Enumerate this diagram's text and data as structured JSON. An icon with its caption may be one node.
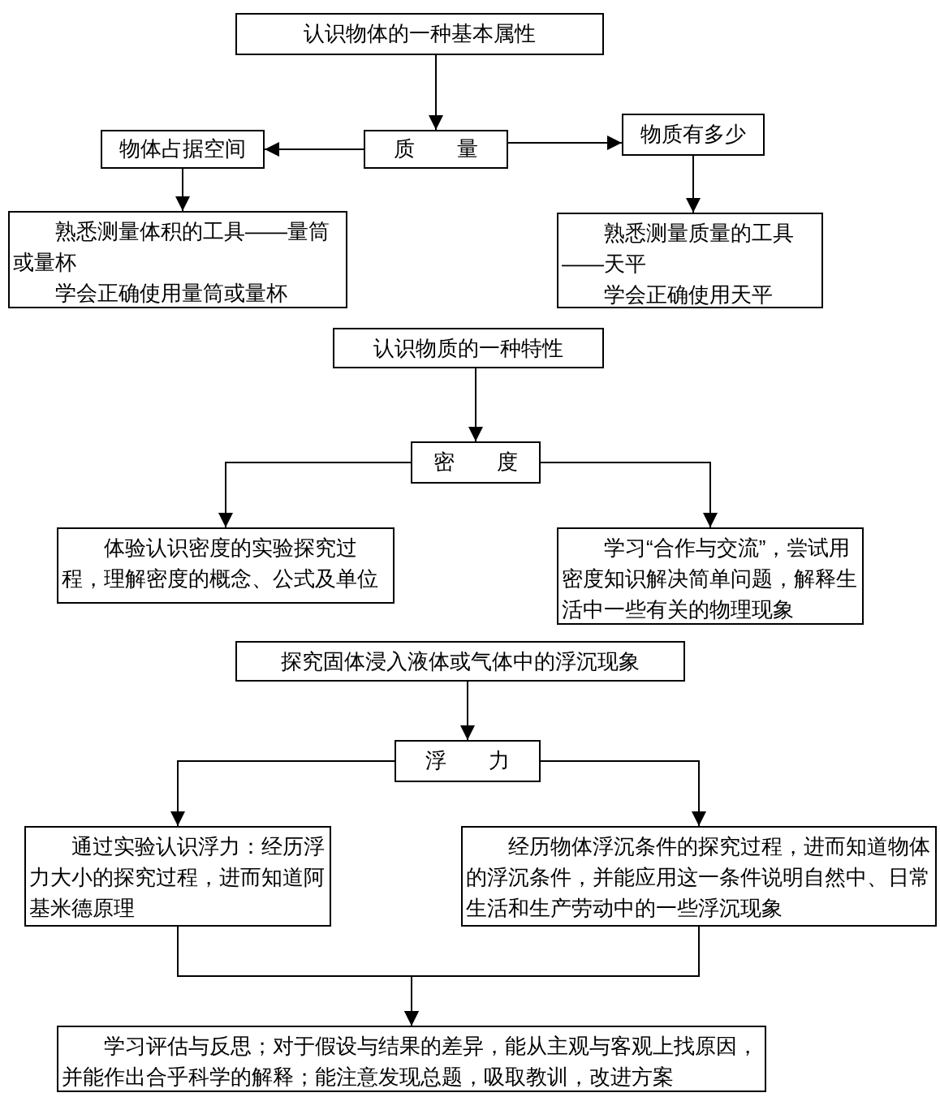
{
  "diagram": {
    "nodes": [
      {
        "text": [
          "认识物体的一种基本属性"
        ]
      },
      {
        "text": [
          "质　　量"
        ]
      },
      {
        "text": [
          "物体占据空间"
        ]
      },
      {
        "text": [
          "物质有多少"
        ]
      },
      {
        "text": [
          "熟悉测量体积的工具——量筒或量杯",
          "学会正确使用量筒或量杯"
        ]
      },
      {
        "text": [
          "熟悉测量质量的工具——天平",
          "学会正确使用天平"
        ]
      },
      {
        "text": [
          "认识物质的一种特性"
        ]
      },
      {
        "text": [
          "密　　度"
        ]
      },
      {
        "text": [
          "体验认识密度的实验探究过程，理解密度的概念、公式及单位"
        ]
      },
      {
        "text": [
          "学习“合作与交流”，尝试用密度知识解决简单问题，解释生活中一些有关的物理现象"
        ]
      },
      {
        "text": [
          "探究固体浸入液体或气体中的浮沉现象"
        ]
      },
      {
        "text": [
          "浮　　力"
        ]
      },
      {
        "text": [
          "通过实验认识浮力：经历浮力大小的探究过程，进而知道阿基米德原理"
        ]
      },
      {
        "text": [
          "经历物体浮沉条件的探究过程，进而知道物体的浮沉条件，并能应用这一条件说明自然中、日常生活和生产劳动中的一些浮沉现象"
        ]
      },
      {
        "text": [
          "学习评估与反思；对于假设与结果的差异，能从主观与客观上找原因，并能作出合乎科学的解释；能注意发现总题，吸取教训，改进方案"
        ]
      }
    ],
    "edges": [
      {
        "from": 0,
        "to": 1,
        "arrow": "to"
      },
      {
        "from": 1,
        "to": 2,
        "arrow": "to"
      },
      {
        "from": 1,
        "to": 3,
        "arrow": "to"
      },
      {
        "from": 2,
        "to": 4,
        "arrow": "to"
      },
      {
        "from": 3,
        "to": 5,
        "arrow": "to"
      },
      {
        "from": 6,
        "to": 7,
        "arrow": "to"
      },
      {
        "from": 7,
        "to": 8,
        "arrow": "to"
      },
      {
        "from": 7,
        "to": 9,
        "arrow": "to"
      },
      {
        "from": 10,
        "to": 11,
        "arrow": "to"
      },
      {
        "from": 11,
        "to": 12,
        "arrow": "to"
      },
      {
        "from": 11,
        "to": 13,
        "arrow": "to"
      },
      {
        "from": 12,
        "to": 14,
        "arrow": "to"
      },
      {
        "from": 13,
        "to": 14,
        "arrow": "to"
      }
    ]
  }
}
